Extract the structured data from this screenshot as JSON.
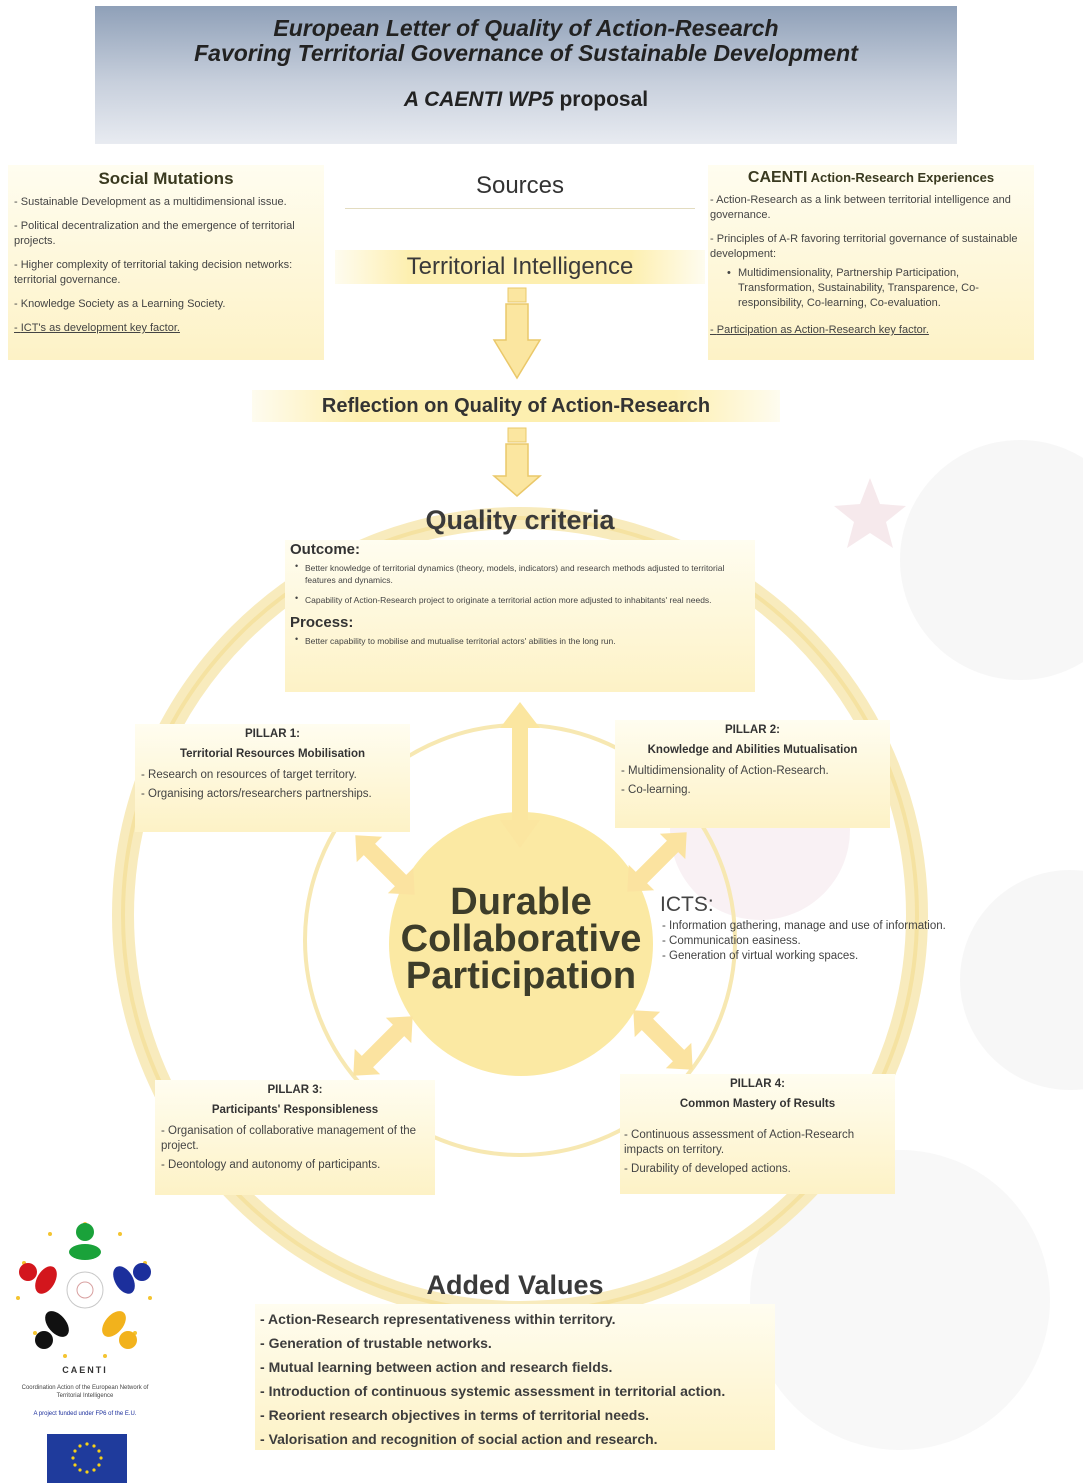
{
  "header": {
    "title_line1": "European Letter of Quality of Action-Research",
    "title_line2": "Favoring Territorial Governance of Sustainable Development",
    "proposal_italic": "A CAENTI WP5",
    "proposal_rest": " proposal"
  },
  "social_mutations": {
    "title": "Social Mutations",
    "items": [
      "Sustainable Development as a multidimensional issue.",
      "Political decentralization and the emergence of territorial projects.",
      "Higher complexity of territorial taking decision networks: territorial governance.",
      "Knowledge Society as a Learning Society.",
      "ICT's as development key factor."
    ]
  },
  "sources": {
    "label": "Sources"
  },
  "territorial_intelligence": {
    "label": "Territorial Intelligence"
  },
  "caenti": {
    "title_main": "CAENTI",
    "title_rest": " Action-Research Experiences",
    "item1": "Action-Research as a link between territorial intelligence and governance.",
    "item2": "Principles of A-R favoring territorial governance of sustainable development:",
    "sub_item": "Multidimensionality, Partnership Participation, Transformation, Sustainability, Transparence, Co-responsibility, Co-learning, Co-evaluation.",
    "item3": "Participation as Action-Research key factor."
  },
  "reflection": {
    "label": "Reflection on Quality of Action-Research"
  },
  "quality": {
    "title": "Quality criteria",
    "outcome_label": "Outcome:",
    "outcome_items": [
      "Better knowledge of territorial dynamics (theory, models, indicators) and research methods adjusted to territorial features and dynamics.",
      "Capability of Action-Research project to originate a territorial action more adjusted to inhabitants' real needs."
    ],
    "process_label": "Process:",
    "process_items": [
      "Better capability to mobilise and mutualise territorial actors' abilities in the long run."
    ]
  },
  "pillar1": {
    "num": "PILLAR 1:",
    "name": "Territorial Resources Mobilisation",
    "items": [
      "Research on resources of target territory.",
      "Organising actors/researchers partnerships."
    ]
  },
  "pillar2": {
    "num": "PILLAR 2:",
    "name": "Knowledge and Abilities Mutualisation",
    "items": [
      "Multidimensionality of Action-Research.",
      "Co-learning."
    ]
  },
  "pillar3": {
    "num": "PILLAR 3:",
    "name": "Participants' Responsibleness",
    "items": [
      "Organisation of collaborative management of the project.",
      "Deontology and autonomy of participants."
    ]
  },
  "pillar4": {
    "num": "PILLAR 4:",
    "name": "Common Mastery of Results",
    "items": [
      "Continuous assessment of Action-Research impacts on territory.",
      "Durability of developed actions."
    ]
  },
  "center": {
    "line1": "Durable",
    "line2": "Collaborative",
    "line3": "Participation"
  },
  "icts": {
    "title": "ICTS:",
    "items": [
      "Information gathering, manage and use of information.",
      "Communication easiness.",
      "Generation of virtual working spaces."
    ]
  },
  "added_values": {
    "title": "Added Values",
    "items": [
      "Action-Research representativeness within territory.",
      "Generation of trustable networks.",
      "Mutual learning between action and research fields.",
      "Introduction of continuous systemic assessment in territorial action.",
      "Reorient research objectives in terms of territorial needs.",
      "Valorisation and recognition of social action and research."
    ]
  },
  "logo": {
    "name": "CAENTI",
    "desc": "Coordination Action of the European Network of Territorial Intelligence",
    "fund": "A project funded under FP6 of the E.U."
  },
  "colors": {
    "accent": "#fdefb0",
    "ring": "#f7e6a8",
    "center_fill": "#fbe9a3"
  }
}
